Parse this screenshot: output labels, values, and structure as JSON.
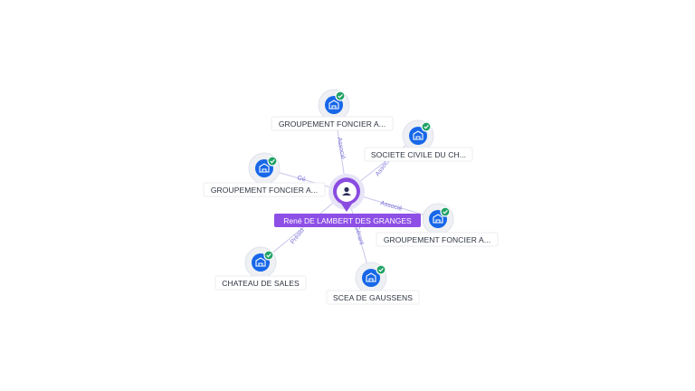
{
  "center": {
    "label": "René DE LAMBERT DES GRANGES",
    "icon": "person-icon"
  },
  "companies": [
    {
      "label": "GROUPEMENT FONCIER A...",
      "relation": "Associé",
      "icon": "building-icon",
      "verified": true
    },
    {
      "label": "SOCIETE CIVILE DU CH...",
      "relation": "Associé",
      "icon": "building-icon",
      "verified": true
    },
    {
      "label": "GROUPEMENT FONCIER A...",
      "relation": "Gé",
      "icon": "building-icon",
      "verified": true
    },
    {
      "label": "GROUPEMENT FONCIER A...",
      "relation": "Associé",
      "icon": "building-icon",
      "verified": true
    },
    {
      "label": "CHATEAU DE SALES",
      "relation": "Présid",
      "icon": "building-icon",
      "verified": true
    },
    {
      "label": "SCEA DE GAUSSENS",
      "relation": "Gérant",
      "icon": "building-icon",
      "verified": true
    }
  ],
  "colors": {
    "company_node": "#1767e8",
    "verified_badge": "#21a366",
    "center_pin": "#8a4ce0",
    "edge": "#c9c6ea",
    "edge_label": "#7b72d8"
  }
}
